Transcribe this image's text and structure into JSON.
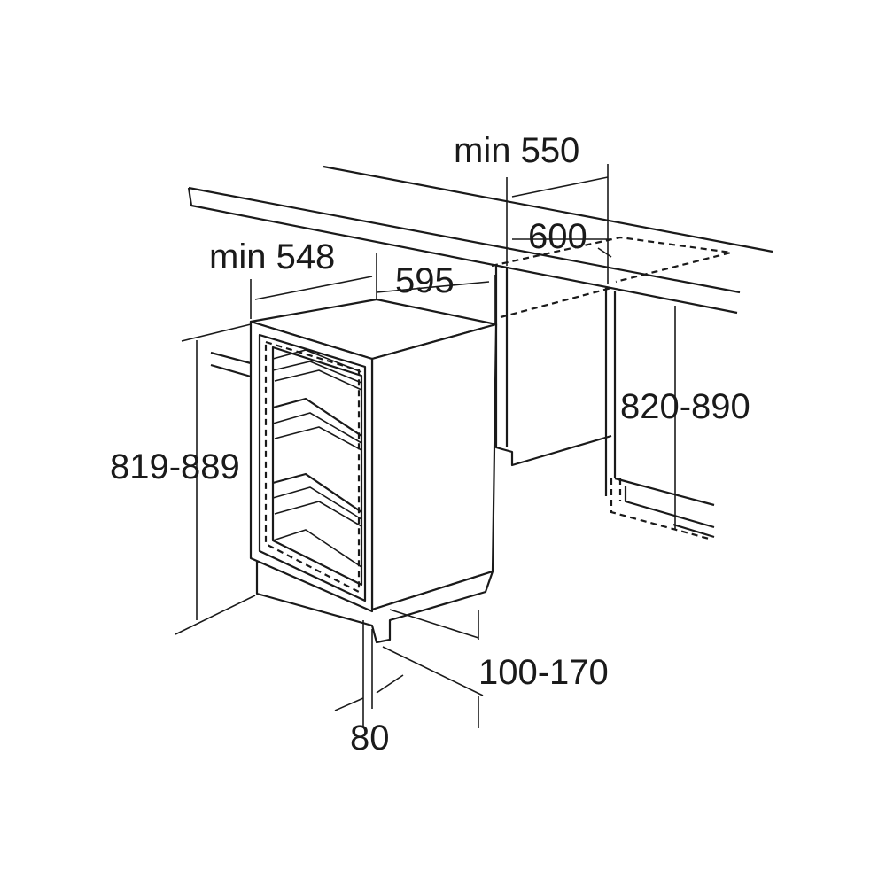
{
  "diagram": {
    "title": "Built-in appliance installation dimensions",
    "dimensions": {
      "niche_depth_min": "min 550",
      "niche_width": "600",
      "appliance_depth_min": "min 548",
      "appliance_width": "595",
      "niche_height": "820-890",
      "appliance_height": "819-889",
      "plinth_height": "100-170",
      "plinth_depth": "80"
    },
    "colors": {
      "line": "#1a1a1a",
      "background": "#ffffff"
    }
  }
}
